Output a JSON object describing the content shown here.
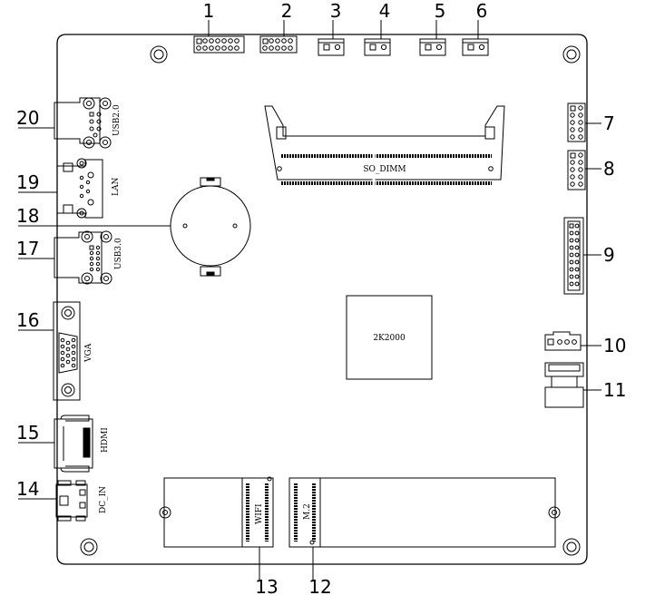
{
  "callouts": [
    "1",
    "2",
    "3",
    "4",
    "5",
    "6",
    "7",
    "8",
    "9",
    "10",
    "11",
    "12",
    "13",
    "14",
    "15",
    "16",
    "17",
    "18",
    "19",
    "20"
  ],
  "silkscreen": {
    "usb2": "USB2.0",
    "lan": "LAN",
    "usb3": "USB3.0",
    "vga": "VGA",
    "hdmi": "HDMI",
    "dc_in": "DC_IN",
    "so_dimm": "SO_DIMM",
    "chip": "2K2000",
    "wifi": "WIFI",
    "m2": "M.2"
  }
}
